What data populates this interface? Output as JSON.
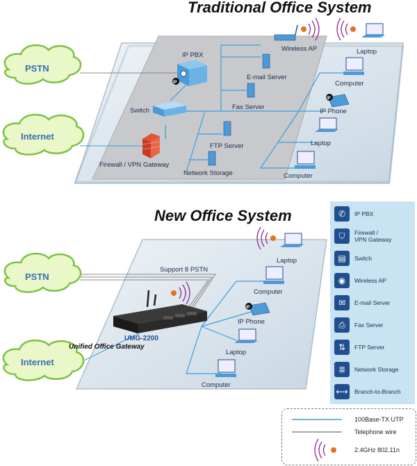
{
  "traditional": {
    "title": "Traditional Office System",
    "clouds": {
      "pstn": "PSTN",
      "internet": "Internet"
    },
    "labels": {
      "ip_pbx": "IP PBX",
      "switch": "Switch",
      "firewall": "Firewall / VPN Gateway",
      "wireless_ap": "Wireless AP",
      "email_server": "E-mail Server",
      "fax_server": "Fax Server",
      "ftp_server": "FTP Server",
      "network_storage": "Network Storage",
      "laptop1": "Laptop",
      "computer1": "Computer",
      "ip_phone": "IP Phone",
      "laptop2": "Laptop",
      "computer2": "Computer"
    }
  },
  "new": {
    "title": "New Office System",
    "clouds": {
      "pstn": "PSTN",
      "internet": "Internet"
    },
    "labels": {
      "support_pstn": "Support 8 PSTN",
      "gateway_model": "UMG-2200",
      "gateway_name": "Unified Office Gateway",
      "laptop1": "Laptop",
      "computer1": "Computer",
      "ip_phone": "IP Phone",
      "laptop2": "Laptop",
      "computer2": "Computer"
    }
  },
  "legend": {
    "items": [
      {
        "label": "IP PBX",
        "icon": "phone-icon",
        "glyph": "✆"
      },
      {
        "label": "Firewall /\nVPN Gateway",
        "icon": "shield-icon",
        "glyph": "⛉"
      },
      {
        "label": "Switch",
        "icon": "switch-icon",
        "glyph": "▤"
      },
      {
        "label": "Wireless AP",
        "icon": "wifi-icon",
        "glyph": "◉"
      },
      {
        "label": "E-mail Server",
        "icon": "mail-icon",
        "glyph": "✉"
      },
      {
        "label": "Fax Server",
        "icon": "fax-icon",
        "glyph": "⎙"
      },
      {
        "label": "FTP Server",
        "icon": "ftp-icon",
        "glyph": "⇅"
      },
      {
        "label": "Network Storage",
        "icon": "storage-icon",
        "glyph": "≣"
      },
      {
        "label": "Branch-to-Branch",
        "icon": "branch-icon",
        "glyph": "⟷"
      }
    ],
    "lines": {
      "utp": "100Base-TX UTP",
      "telephone": "Telephone wire",
      "wifi": "2.4GHz 802.11n"
    }
  },
  "colors": {
    "platform": "#dde6ee",
    "inner_platform": "#c6c8cc",
    "cloud_fill": "#e9f7c9",
    "cloud_stroke": "#7cc242",
    "utp": "#3b9fd9",
    "telephone": "#888888",
    "wifi": "#8a2a8a",
    "icon_blue": "#1f4f8f"
  }
}
